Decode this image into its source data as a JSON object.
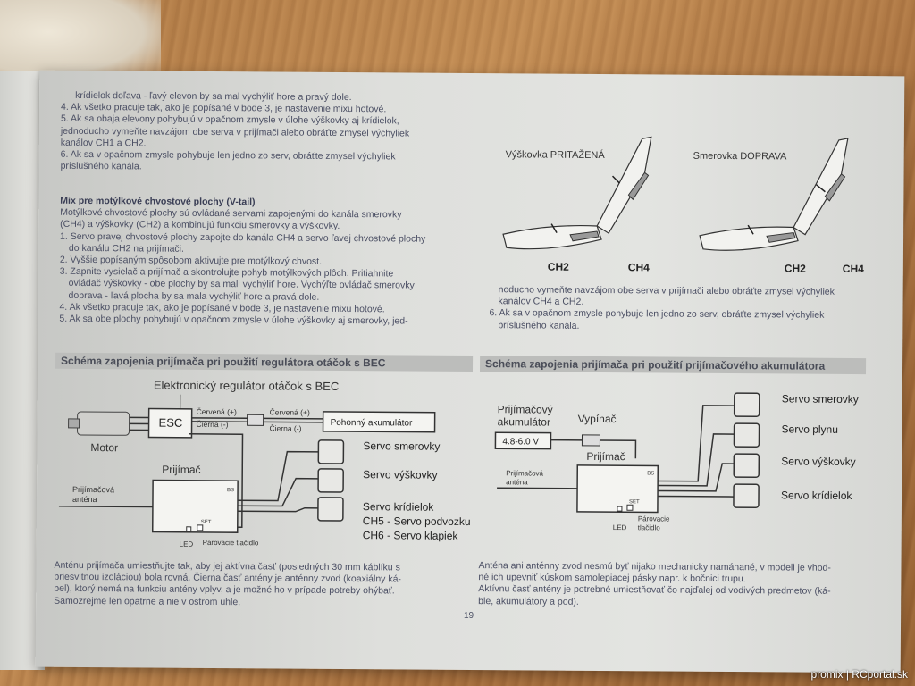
{
  "left_col": {
    "lines": [
      "krídielok doľava - ľavý elevon by sa mal vychýliť hore a pravý dole.",
      "4. Ak všetko pracuje tak, ako je popísané v bode 3, je nastavenie mixu hotové.",
      "5. Ak sa obaja elevony pohybujú v opačnom zmysle v úlohe výškovky aj krídielok,",
      "jednoducho vymeňte navzájom obe serva v prijímači alebo obráťte zmysel výchyliek",
      "kanálov CH1 a CH2.",
      "6. Ak sa v opačnom zmysle pohybuje len jedno zo serv, obráťte zmysel výchyliek",
      "príslušného kanála."
    ],
    "vtail_heading": "Mix pre motýlkové chvostové plochy (V-tail)",
    "vtail_lines": [
      "Motýlkové chvostové plochy sú ovládané servami zapojenými do kanála smerovky",
      "(CH4) a výškovky (CH2) a kombinujú funkciu smerovky a výškovky.",
      "1. Servo pravej chvostové plochy zapojte do kanála CH4 a servo ľavej chvostové plochy",
      "do kanálu CH2 na prijímači.",
      "2. Vyššie popísaným spôsobom aktivujte pre motýlkový chvost.",
      "3. Zapnite vysielač a prijímač a skontrolujte pohyb motýlkových plôch. Pritiahnite",
      "ovládač výškovky - obe plochy by sa mali vychýliť hore. Vychýľte ovládač smerovky",
      "doprava - ľavá plocha by sa mala vychýliť hore a pravá dole.",
      "4. Ak všetko pracuje tak, ako je popísané v bode 3, je nastavenie mixu hotové.",
      "5. Ak sa obe plochy pohybujú v opačnom zmysle v úlohe výškovky aj smerovky, jed-"
    ]
  },
  "right_col": {
    "diagram1_title": "Výškovka PRITAŽENÁ",
    "diagram2_title": "Smerovka DOPRAVA",
    "ch2": "CH2",
    "ch4": "CH4",
    "lines": [
      "noducho vymeňte navzájom obe serva v prijímači alebo obráťte zmysel výchyliek",
      "kanálov CH4 a CH2.",
      "6. Ak sa v opačnom zmysle pohybuje len jedno zo serv, obráťte zmysel výchyliek",
      "príslušného kanála."
    ]
  },
  "bec": {
    "heading": "Schéma zapojenia prijímača pri použití regulátora otáčok s BEC",
    "esc_title": "Elektronický regulátor otáčok s BEC",
    "esc": "ESC",
    "red": "Červená (+)",
    "black": "Čierna (-)",
    "battery": "Pohonný akumulátor",
    "motor": "Motor",
    "receiver": "Prijímač",
    "antenna": [
      "Prijímačová",
      "anténa"
    ],
    "led": "LED",
    "set": "SET",
    "pair_btn": "Párovacie tlačidlo",
    "bs": "BS",
    "servo1": "Servo smerovky",
    "servo2": "Servo výškovky",
    "servo3": "Servo krídielok",
    "ch5": "CH5 - Servo podvozku",
    "ch6": "CH6 - Servo klapiek"
  },
  "acc": {
    "heading": "Schéma zapojenia prijímača pri použití prijímačového akumulátora",
    "battery": [
      "Prijímačový",
      "akumulátor"
    ],
    "voltage": "4.8-6.0 V",
    "switch": "Vypínač",
    "receiver": "Prijímač",
    "antenna": [
      "Prijímačová",
      "anténa"
    ],
    "led": "LED",
    "set": "SET",
    "pair_btn": [
      "Párovacie",
      "tlačidlo"
    ],
    "bs": "BS",
    "servo1": "Servo smerovky",
    "servo2": "Servo plynu",
    "servo3": "Servo výškovky",
    "servo4": "Servo krídielok"
  },
  "bottom_left": [
    "Anténu prijímača umiestňujte tak, aby jej aktívna časť (posledných 30 mm káblíku s",
    "priesvitnou izoláciou) bola rovná. Čierna časť antény je anténny zvod (koaxiálny ká-",
    "bel), ktorý nemá na funkciu antény vplyv, a je možné ho v prípade potreby ohýbať.",
    "Samozrejme len opatrne a nie v ostrom uhle."
  ],
  "bottom_right": [
    "Anténa ani anténny zvod nesmú byť nijako mechanicky namáhané, v modeli je vhod-",
    "né ich upevniť kúskom samolepiacej pásky napr. k bočnici trupu.",
    "Aktívnu časť antény je potrebné umiestňovať čo najďalej od vodivých predmetov (ká-",
    "ble, akumulátory a pod)."
  ],
  "page_number": "19",
  "watermark": "promix | RCportal.sk"
}
